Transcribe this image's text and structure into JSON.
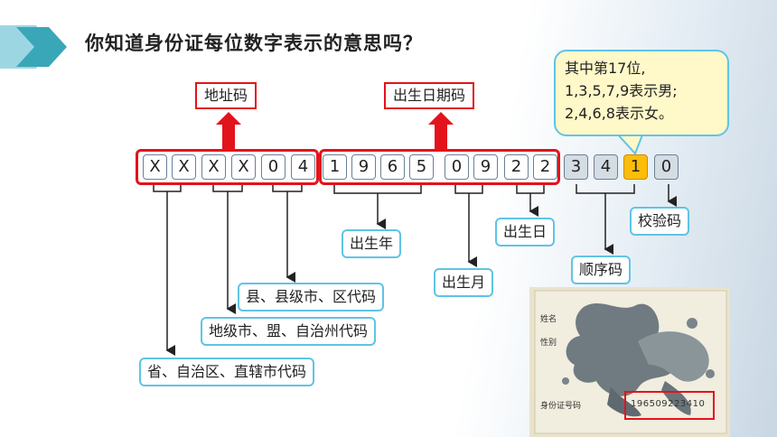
{
  "title": "你知道身份证每位数字表示的意思吗？",
  "digits": [
    "X",
    "X",
    "X",
    "X",
    "0",
    "4",
    "1",
    "9",
    "6",
    "5",
    "0",
    "9",
    "2",
    "2",
    "3",
    "4",
    "1",
    "0"
  ],
  "top_labels": {
    "address": "地址码",
    "birthdate": "出生日期码"
  },
  "callout": {
    "line1": "其中第17位,",
    "line2": "1,3,5,7,9表示男;",
    "line3": "2,4,6,8表示女。"
  },
  "labels": {
    "birth_year": "出生年",
    "birth_month": "出生月",
    "birth_day": "出生日",
    "sequence": "顺序码",
    "check": "校验码",
    "county": "县、县级市、区代码",
    "prefecture": "地级市、盟、自治州代码",
    "province": "省、自治区、直辖市代码"
  },
  "card": {
    "field_name": "姓名",
    "field_gender": "性别",
    "field_id": "身份证号码",
    "id_number": "196509223410"
  },
  "colors": {
    "accent_red": "#e3131b",
    "label_border": "#5fc4e6",
    "highlight": "#fbbd0a",
    "decor_teal": "#3aa7b8"
  }
}
